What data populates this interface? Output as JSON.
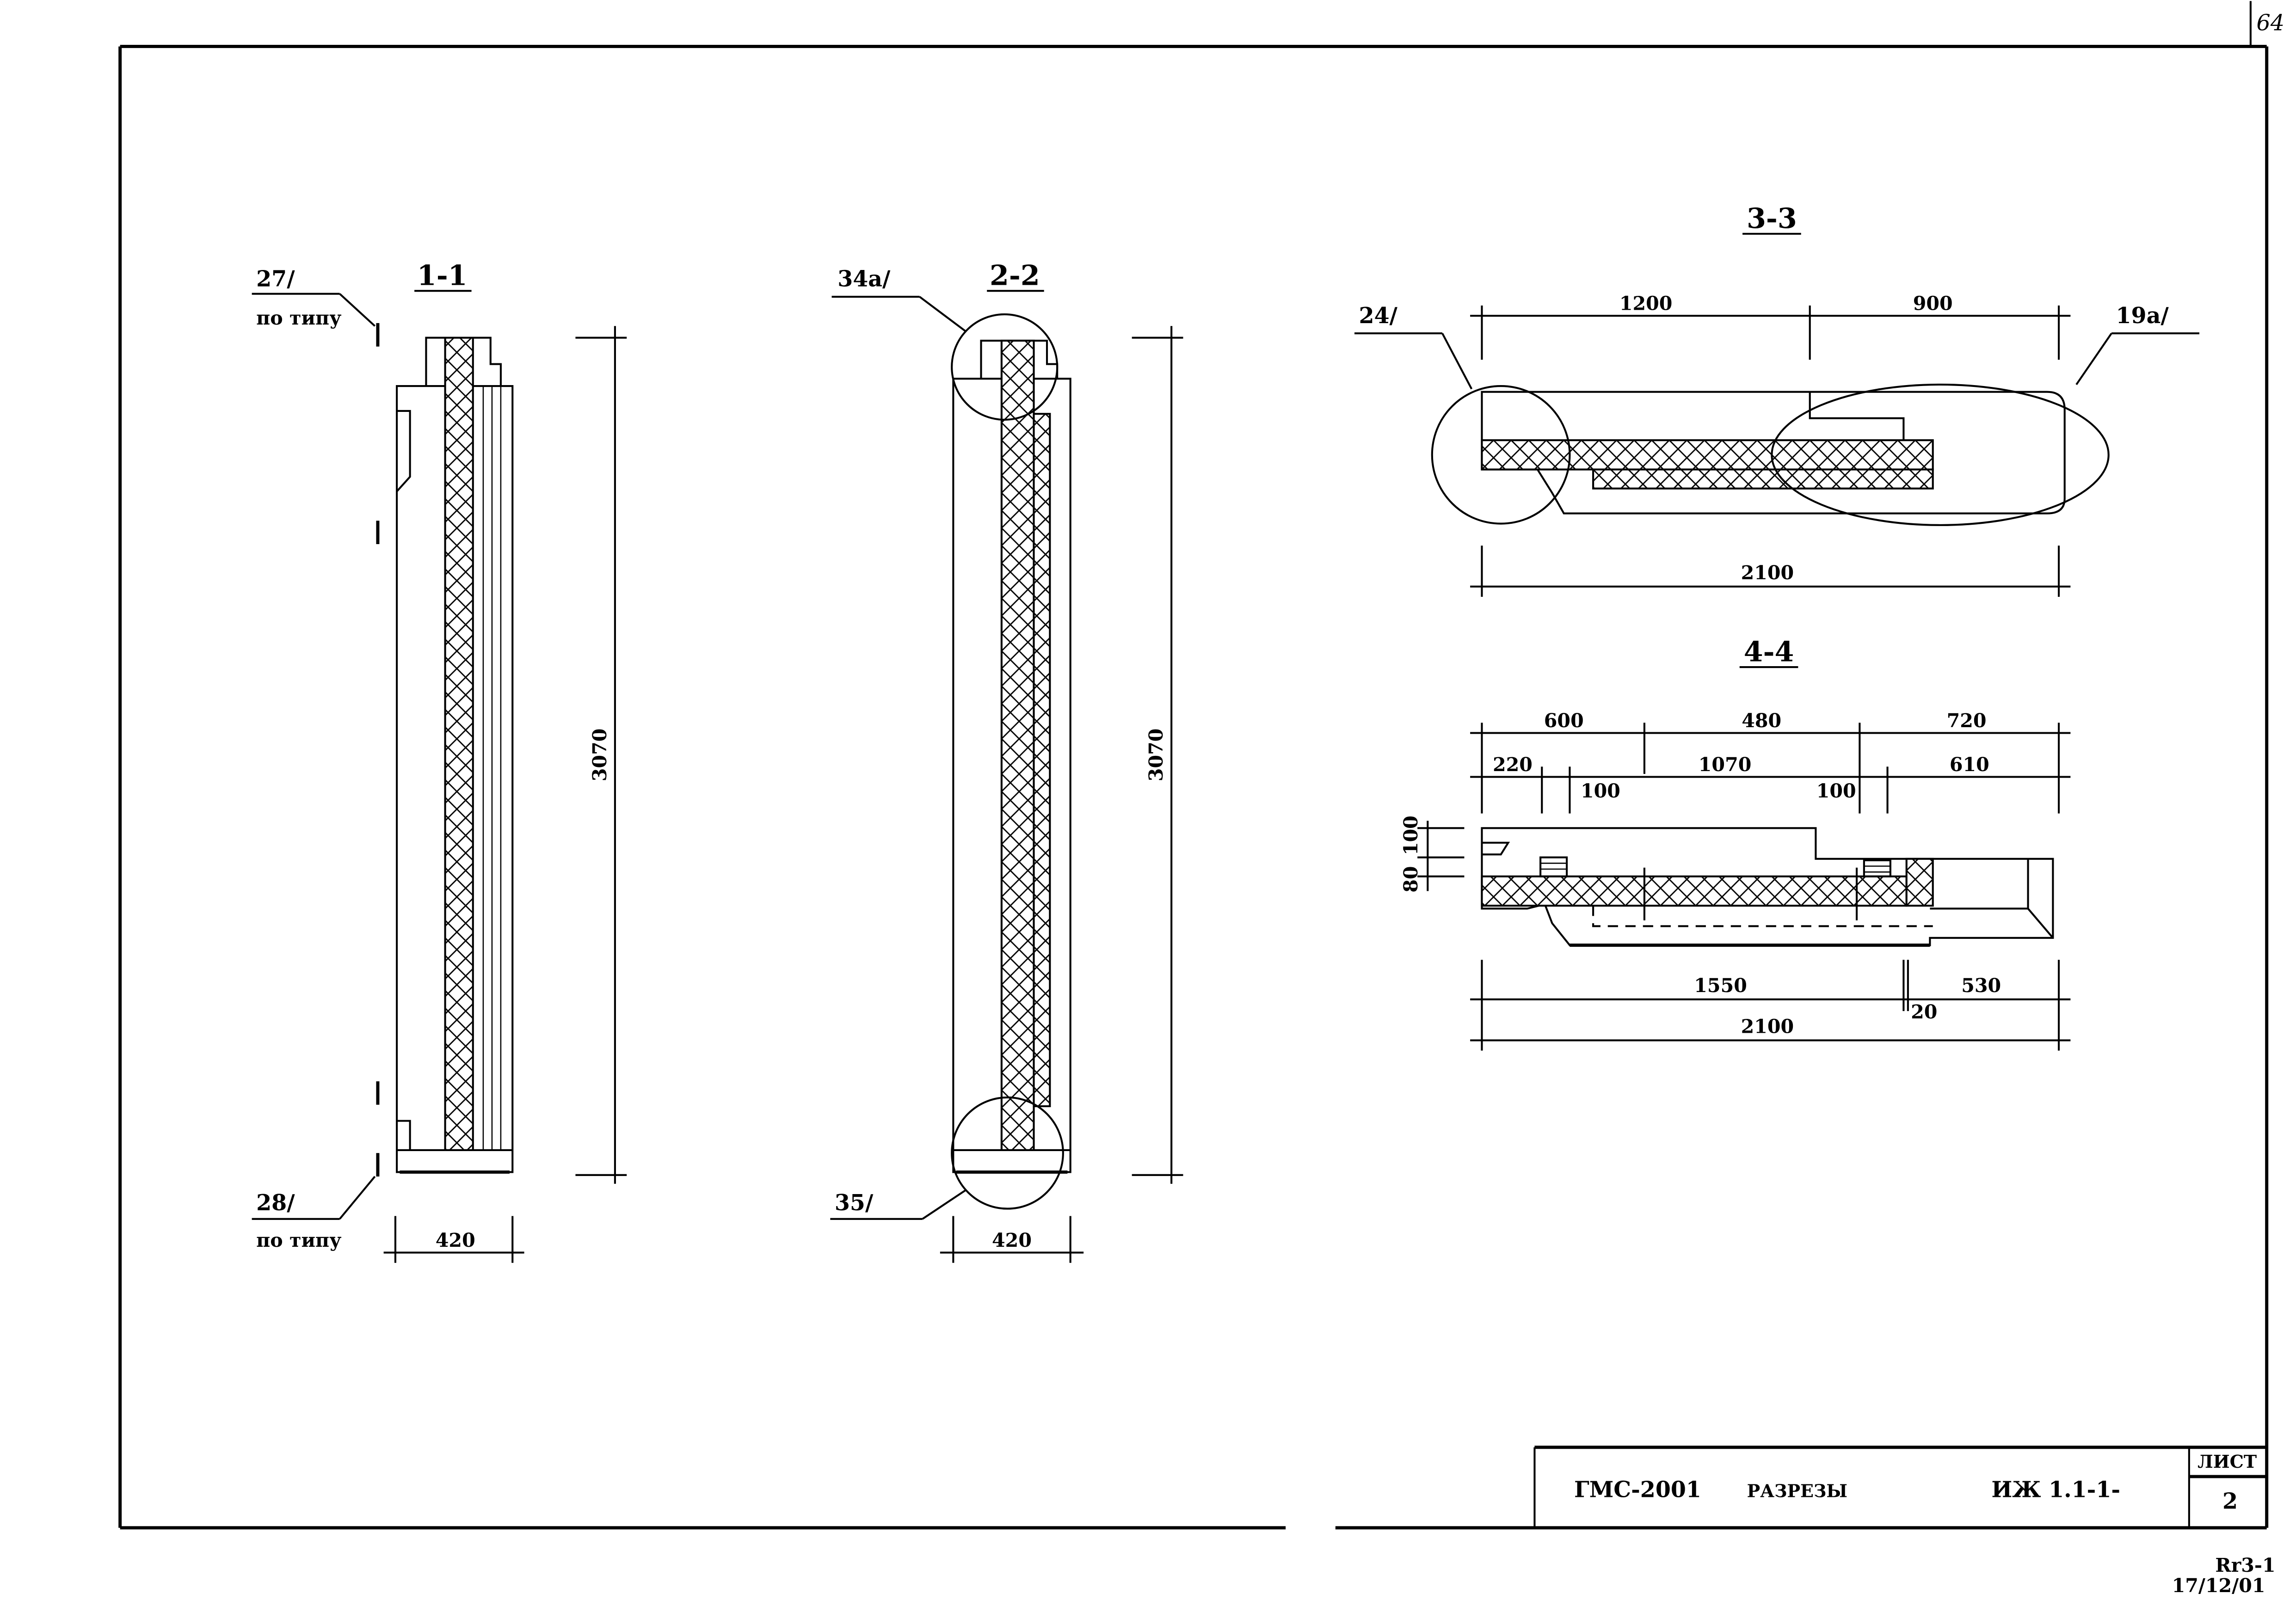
{
  "sheet_corner_number": "64",
  "sections": {
    "s11": {
      "title": "1-1",
      "height": "3070",
      "width": "420",
      "callout_top": "27/",
      "callout_top_note": "по типу",
      "callout_bottom": "28/",
      "callout_bottom_note": "по типу"
    },
    "s22": {
      "title": "2-2",
      "height": "3070",
      "width": "420",
      "callout_top": "34a/",
      "callout_bottom": "35/"
    },
    "s33": {
      "title": "3-3",
      "dim_top": [
        "1200",
        "900"
      ],
      "dim_total": "2100",
      "callout_left": "24/",
      "callout_right": "19a/"
    },
    "s44": {
      "title": "4-4",
      "dim_row1": [
        "600",
        "480",
        "720"
      ],
      "dim_row2": [
        "220",
        "100",
        "1070",
        "100",
        "610"
      ],
      "dim_vertical": [
        "80",
        "100"
      ],
      "dim_bottom": [
        "1550",
        "20",
        "530"
      ],
      "dim_total": "2100"
    }
  },
  "title_block": {
    "code": "ГМС-2001",
    "name": "РАЗРЕЗЫ",
    "doc": "ИЖ 1.1-1-",
    "sheet_label": "ЛИСТ",
    "sheet_number": "2"
  },
  "stamp": {
    "line1": "Rr3-1",
    "line2": "17/12/01"
  }
}
